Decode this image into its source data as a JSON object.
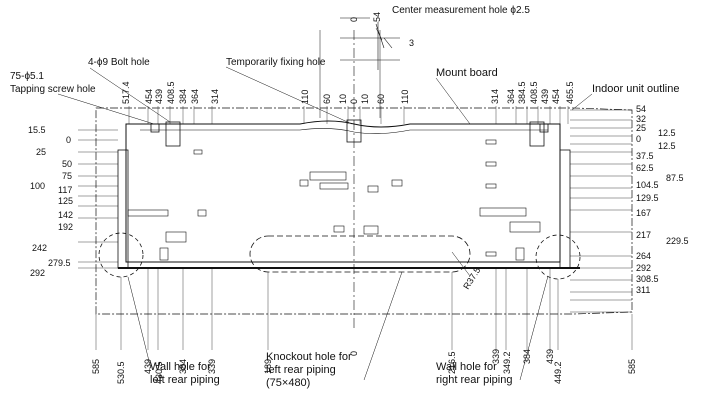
{
  "callouts": {
    "center_hole": "Center measurement hole ϕ2.5",
    "bolt_hole": "4-ϕ9 Bolt hole",
    "screw_count": "75-ϕ5.1",
    "screw_hole": "Tapping screw hole",
    "temp_hole": "Temporarily fixing hole",
    "mount_board": "Mount board",
    "indoor_outline": "Indoor unit outline",
    "radius": "R37.5",
    "wall_left_1": "Wall hole for",
    "wall_left_2": "left rear piping",
    "knockout_1": "Knockout hole for",
    "knockout_2": "left rear piping",
    "knockout_3": "(75×480)",
    "wall_right_1": "Wall hole for",
    "wall_right_2": "right rear piping"
  },
  "detail_dims": [
    "0",
    "54",
    "3"
  ],
  "top_dims": [
    "517.4",
    "454",
    "439",
    "408.5",
    "384",
    "364",
    "314",
    "110",
    "60",
    "10",
    "0",
    "10",
    "60",
    "110",
    "314",
    "364",
    "384.5",
    "408.5",
    "439",
    "454",
    "465.5"
  ],
  "bottom_dims": [
    "585",
    "530.5",
    "439",
    "430.5",
    "384",
    "339",
    "189",
    "0",
    "216.5",
    "339",
    "349.2",
    "384",
    "439",
    "449.2",
    "585"
  ],
  "left_dims": [
    "15.5",
    "0",
    "25",
    "50",
    "75",
    "100",
    "117",
    "125",
    "142",
    "192",
    "242",
    "279.5",
    "292"
  ],
  "right_dims": [
    "54",
    "32",
    "25",
    "12.5",
    "0",
    "12.5",
    "37.5",
    "62.5",
    "87.5",
    "104.5",
    "129.5",
    "167",
    "217",
    "229.5",
    "264",
    "292",
    "308.5",
    "311"
  ]
}
